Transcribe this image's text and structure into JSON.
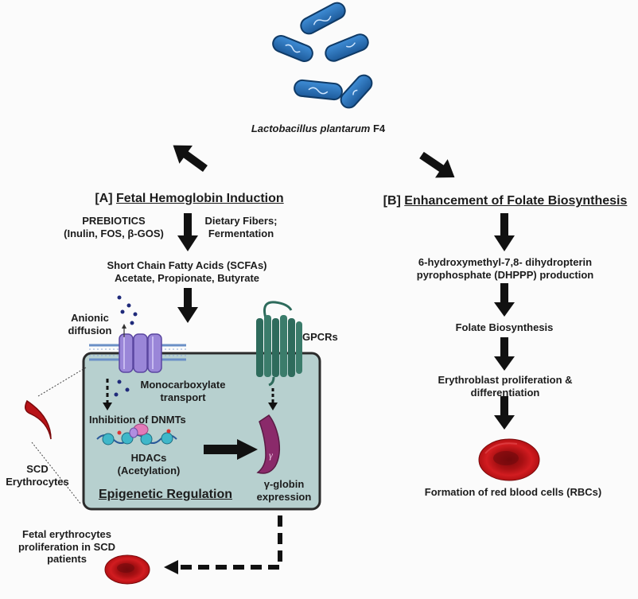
{
  "top": {
    "organism_italic": "Lactobacillus plantarum",
    "organism_strain": " F4"
  },
  "section_a": {
    "prefix": "[A] ",
    "title": "Fetal Hemoglobin Induction",
    "prebiotics_line1": "PREBIOTICS",
    "prebiotics_line2": "(Inulin, FOS, β-GOS)",
    "fibers_line1": "Dietary Fibers;",
    "fibers_line2": "Fermentation",
    "scfa_line1": "Short Chain Fatty Acids (SCFAs)",
    "scfa_line2": "Acetate, Propionate, Butyrate",
    "anionic_line1": "Anionic",
    "anionic_line2": "diffusion",
    "gpcrs": "GPCRs",
    "mct_line1": "Monocarboxylate",
    "mct_line2": "transport",
    "dnmt": "Inhibition of DNMTs",
    "hdac_line1": "HDACs",
    "hdac_line2": "(Acetylation)",
    "epigenetic": "Epigenetic Regulation",
    "gamma_line1": "γ-globin",
    "gamma_line2": "expression",
    "gamma_symbol": "γ",
    "scd_line1": "SCD",
    "scd_line2": "Erythrocytes",
    "fetal_line1": "Fetal erythrocytes",
    "fetal_line2": "proliferation in SCD",
    "fetal_line3": "patients"
  },
  "section_b": {
    "prefix": "[B] ",
    "title": "Enhancement of Folate Biosynthesis",
    "dhppp_line1": "6-hydroxymethyl-7,8- dihydropterin",
    "dhppp_line2": "pyrophosphate (DHPPP) production",
    "folate": "Folate Biosynthesis",
    "erythro_line1": "Erythroblast proliferation &",
    "erythro_line2": "differentiation",
    "rbc": "Formation of red blood cells (RBCs)"
  },
  "colors": {
    "cell_fill": "#b7d0cf",
    "membrane": "#6b8fc6",
    "transporter": "#9a86d8",
    "gpcr": "#2e6b5c",
    "rbc": "#c7161a",
    "bacteria": "#2a6fb5",
    "arrow": "#111111"
  }
}
